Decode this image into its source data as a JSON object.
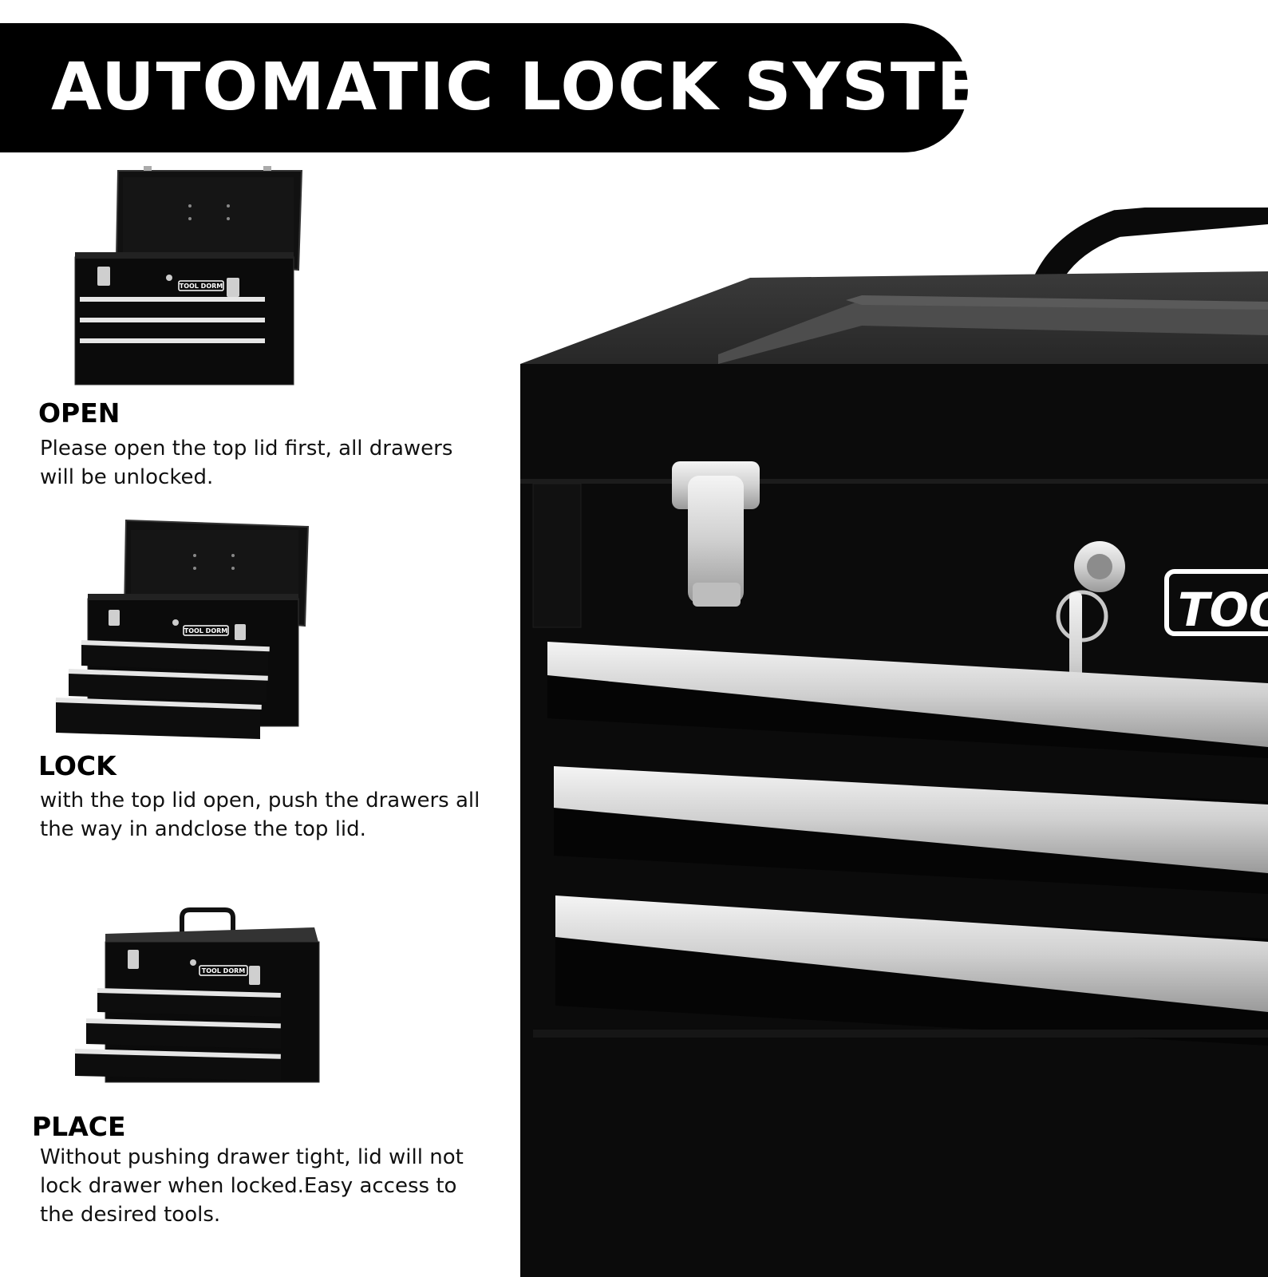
{
  "banner": {
    "title": "AUTOMATIC LOCK SYSTEM"
  },
  "steps": [
    {
      "title": "OPEN",
      "description": "Please open the top lid first, all drawers will be unlocked."
    },
    {
      "title": "LOCK",
      "description": "with the top lid open, push the drawers all the way in andclose the top lid."
    },
    {
      "title": "PLACE",
      "description": "Without pushing drawer tight, lid will not lock drawer when locked.Easy access to the desired tools."
    }
  ],
  "brand": {
    "logo_text": "TOOL DORM",
    "hero_logo_text": "TOO"
  },
  "colors": {
    "banner_bg": "#000000",
    "banner_text": "#ffffff",
    "toolbox_body": "#0b0b0b",
    "handle_silver": "#d9d9d9"
  }
}
